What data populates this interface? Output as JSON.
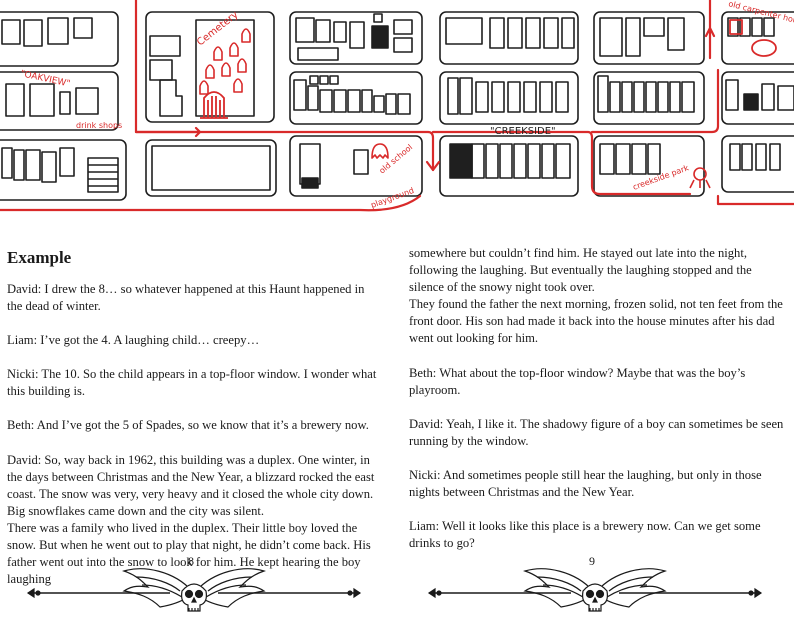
{
  "map": {
    "labels": {
      "oakview": "\"OAKVIEW\"",
      "cemetery": "Cemetery",
      "creekside": "\"CREEKSIDE\"",
      "drink_shops": "drink shops",
      "old_school": "old school",
      "playground": "playground",
      "creekside_park": "creekside park",
      "old_carpenter_house": "old carpenter house"
    },
    "colors": {
      "ink": "#1f1f1f",
      "annotation": "#d92a2a"
    }
  },
  "left": {
    "heading": "Example",
    "paragraphs": [
      "David: I drew the 8… so whatever happened at this Haunt happened in the dead of winter.",
      "Liam: I’ve got the 4. A laughing child… creepy…",
      "Nicki: The 10. So the child appears in a top-floor window. I wonder what this building is.",
      "Beth: And I’ve got the 5 of Spades, so we know that it’s a brewery now.",
      "David: So, way back in 1962, this building was a duplex. One winter, in the days between Christmas and the New Year, a blizzard rocked the east coast. The snow was very, very heavy and it closed the whole city down. Big snowflakes came down and the city was silent.",
      "There was a family who lived in the duplex. Their little boy loved the snow. But when he went out to play that night, he didn’t come back. His father went out into the snow to look for him. He kept hearing the boy laughing"
    ],
    "page_number": "8"
  },
  "right": {
    "paragraphs": [
      "somewhere but couldn’t find him. He stayed out late into the night, following the laughing. But eventually the laughing stopped and the silence of the snowy night took over.",
      "They found the father the next morning, frozen solid, not ten feet from the front door. His son had made it back into the house minutes after his dad went out looking for him.",
      "Beth: What about the top-floor window? Maybe that was the boy’s playroom.",
      "David: Yeah, I like it. The shadowy figure of a boy can sometimes be seen running by the window.",
      "Nicki: And sometimes people still hear the laughing, but only in those nights between Christmas and the New Year.",
      "Liam: Well it looks like this place is a brewery now. Can we get some drinks to go?"
    ],
    "page_number": "9"
  }
}
